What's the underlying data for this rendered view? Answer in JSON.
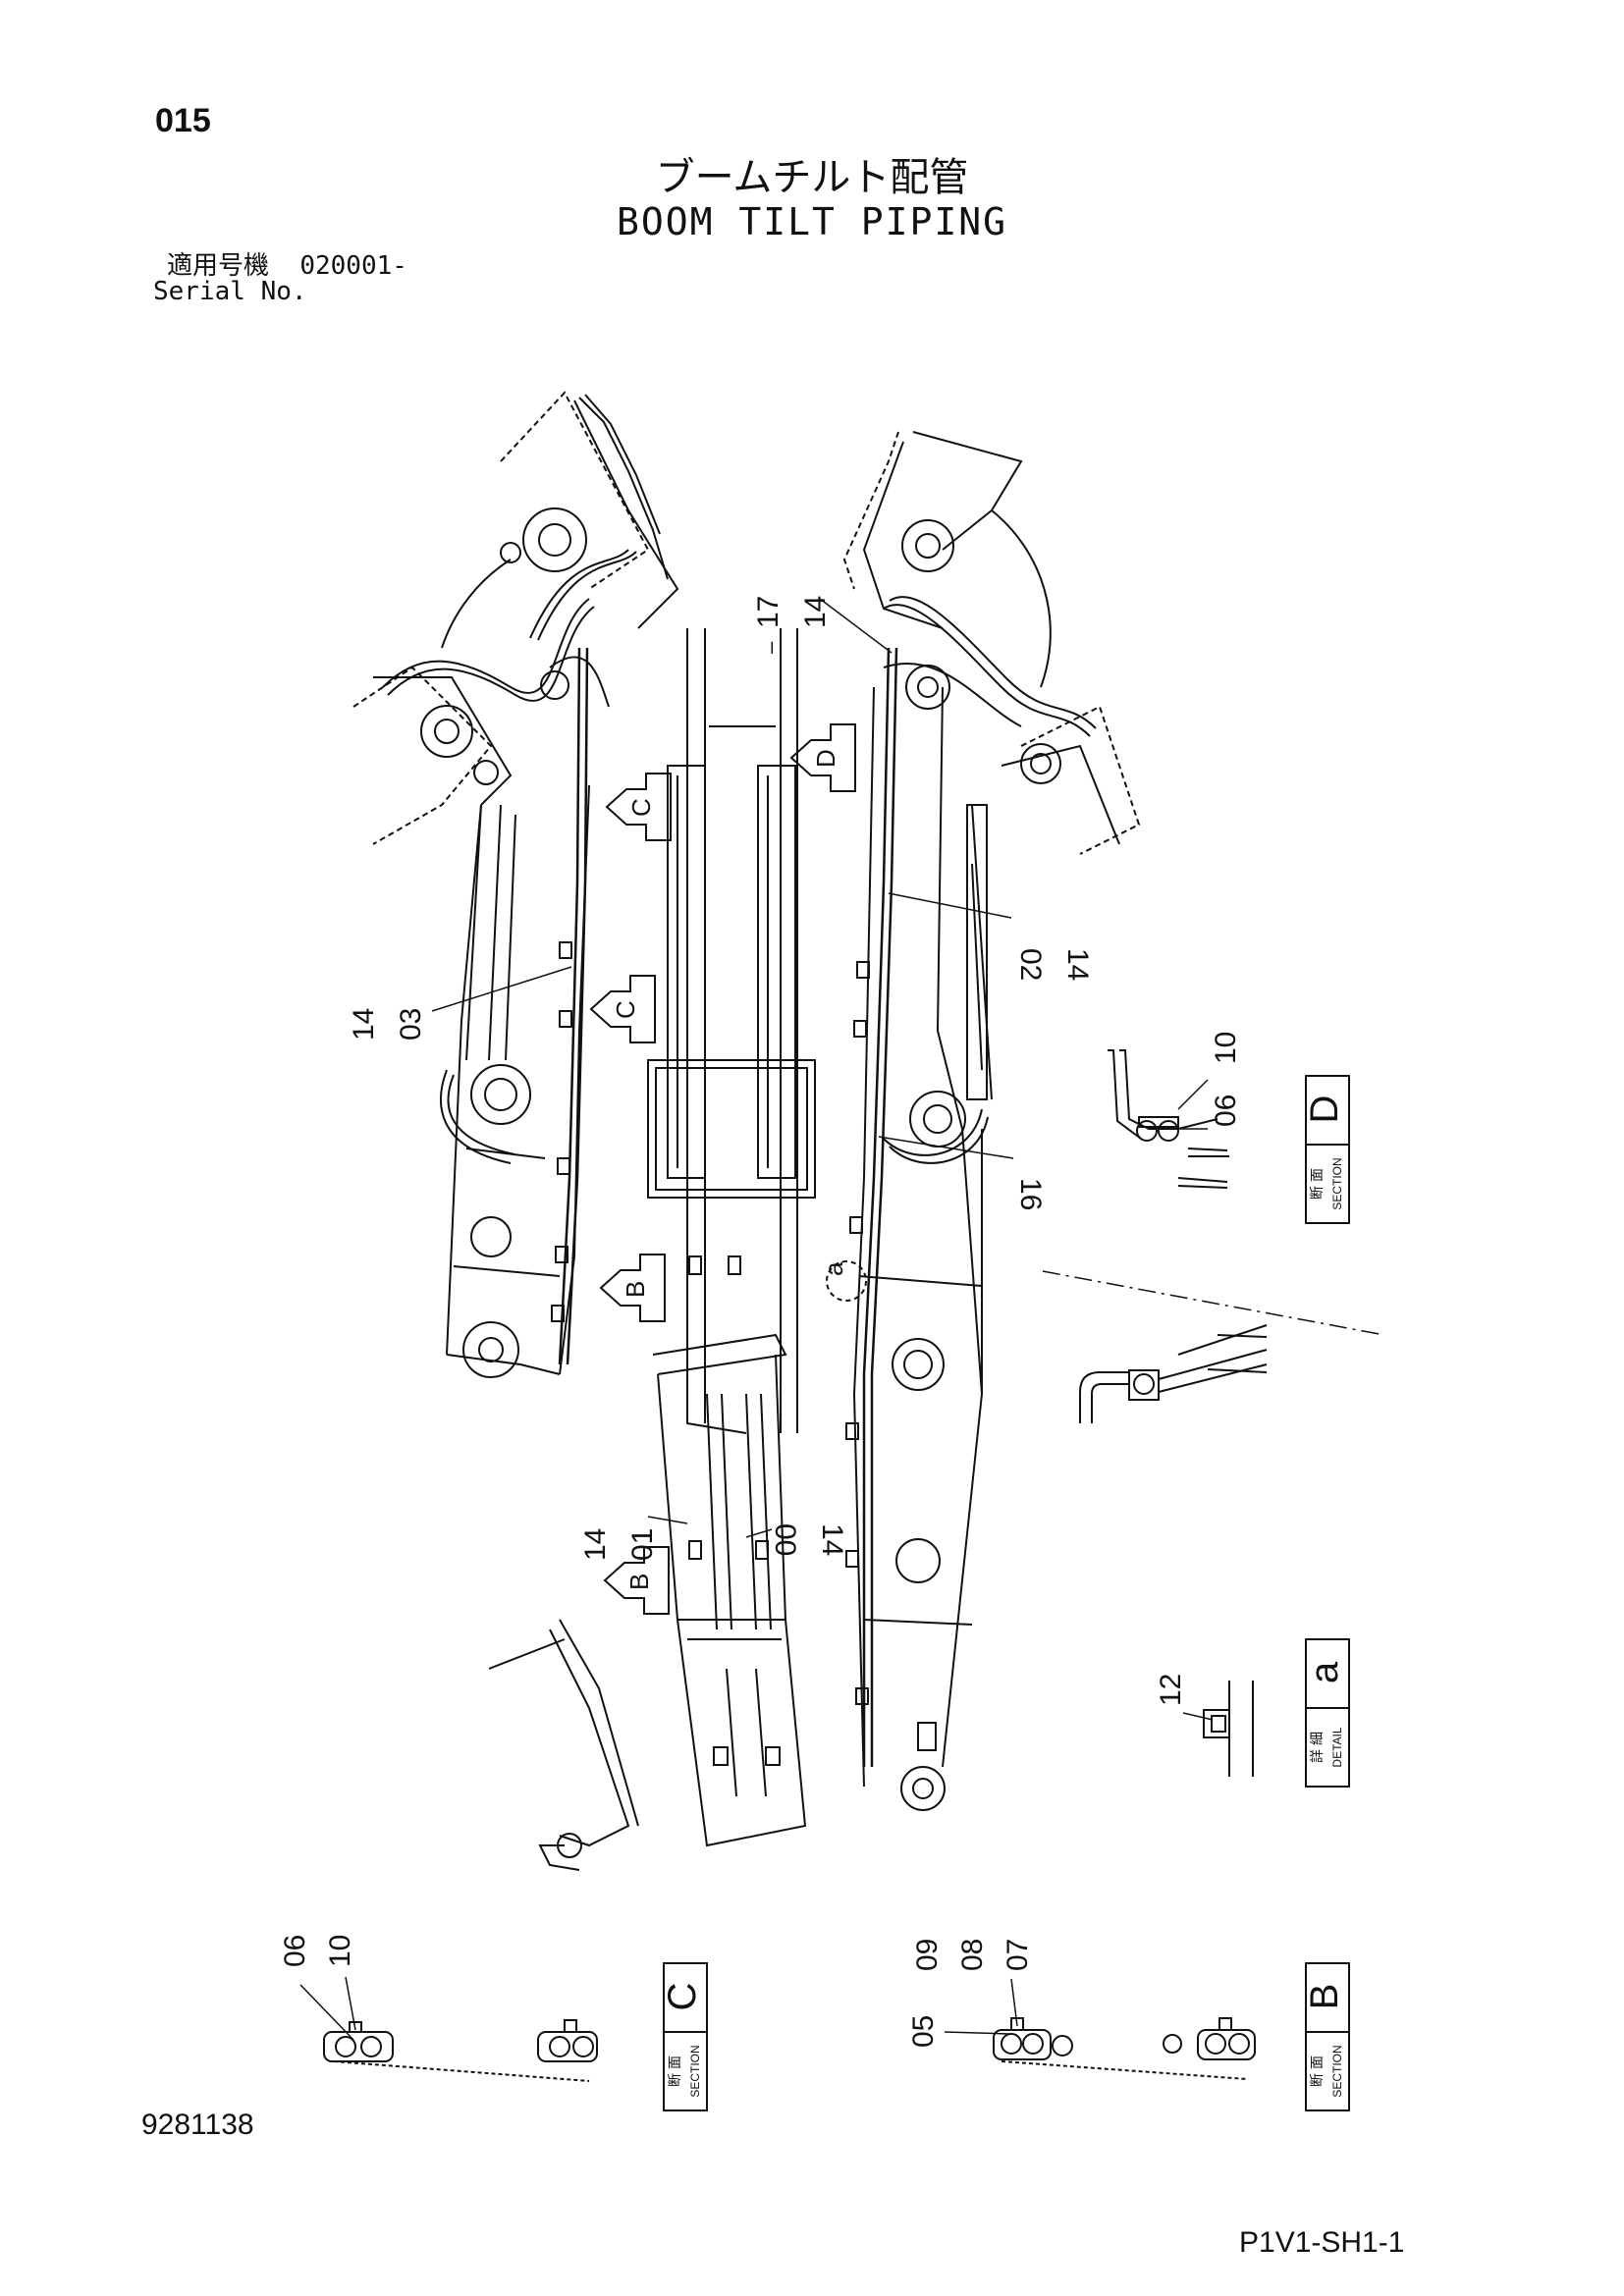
{
  "page_number": "015",
  "title_jp": "ブームチルト配管",
  "title_en": "BOOM TILT PIPING",
  "serial": {
    "label_jp": "適用号機",
    "range": "020001-",
    "label_en": "Serial No."
  },
  "doc_number": "9281138",
  "sheet_code": "P1V1-SH1-1",
  "section_tag_jp": "断 面",
  "section_tag_en": "SECTION",
  "detail_tag_jp": "詳 細",
  "detail_tag_en": "DETAIL",
  "views": {
    "D": "D",
    "C": "C",
    "B": "B",
    "a": "a"
  },
  "arrow_markers": [
    "C",
    "C",
    "D",
    "B",
    "B"
  ],
  "detail_marker": "a",
  "part_labels": [
    {
      "text": "17",
      "id": "p17"
    },
    {
      "text": "14",
      "id": "p14a"
    },
    {
      "text": "02",
      "id": "p02"
    },
    {
      "text": "14",
      "id": "p14b"
    },
    {
      "text": "14",
      "id": "p14c"
    },
    {
      "text": "03",
      "id": "p03"
    },
    {
      "text": "16",
      "id": "p16"
    },
    {
      "text": "14",
      "id": "p14d"
    },
    {
      "text": "01",
      "id": "p01"
    },
    {
      "text": "00",
      "id": "p00"
    },
    {
      "text": "14",
      "id": "p14e"
    },
    {
      "text": "10",
      "id": "p10a"
    },
    {
      "text": "06",
      "id": "p06a"
    },
    {
      "text": "12",
      "id": "p12"
    },
    {
      "text": "06",
      "id": "p06b"
    },
    {
      "text": "10",
      "id": "p10b"
    },
    {
      "text": "09",
      "id": "p09"
    },
    {
      "text": "08",
      "id": "p08"
    },
    {
      "text": "07",
      "id": "p07"
    },
    {
      "text": "05",
      "id": "p05"
    }
  ]
}
